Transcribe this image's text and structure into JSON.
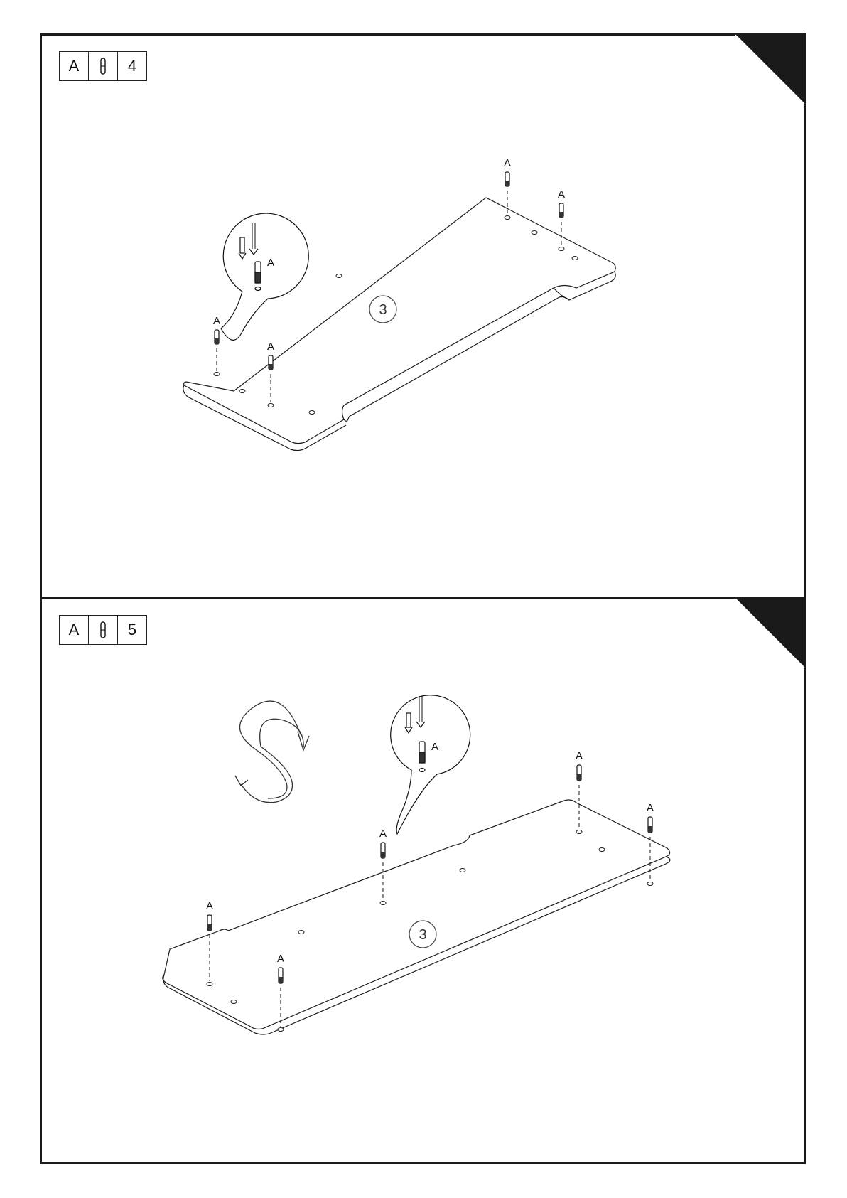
{
  "step_4": {
    "parts": {
      "letter": "A",
      "dowel_icon": "dowel-icon",
      "quantity": "4"
    },
    "callout_label": "A",
    "dowel_labels": [
      "A",
      "A",
      "A",
      "A"
    ],
    "panel_number": "3"
  },
  "step_5": {
    "parts": {
      "letter": "A",
      "dowel_icon": "dowel-icon",
      "quantity": "5"
    },
    "callout_label": "A",
    "dowel_labels": [
      "A",
      "A",
      "A",
      "A",
      "A"
    ],
    "panel_number": "3",
    "flip_icon": "flip-rotate-icon"
  },
  "colors": {
    "line": "#1a1a1a",
    "corner": "#1a1a1a"
  }
}
